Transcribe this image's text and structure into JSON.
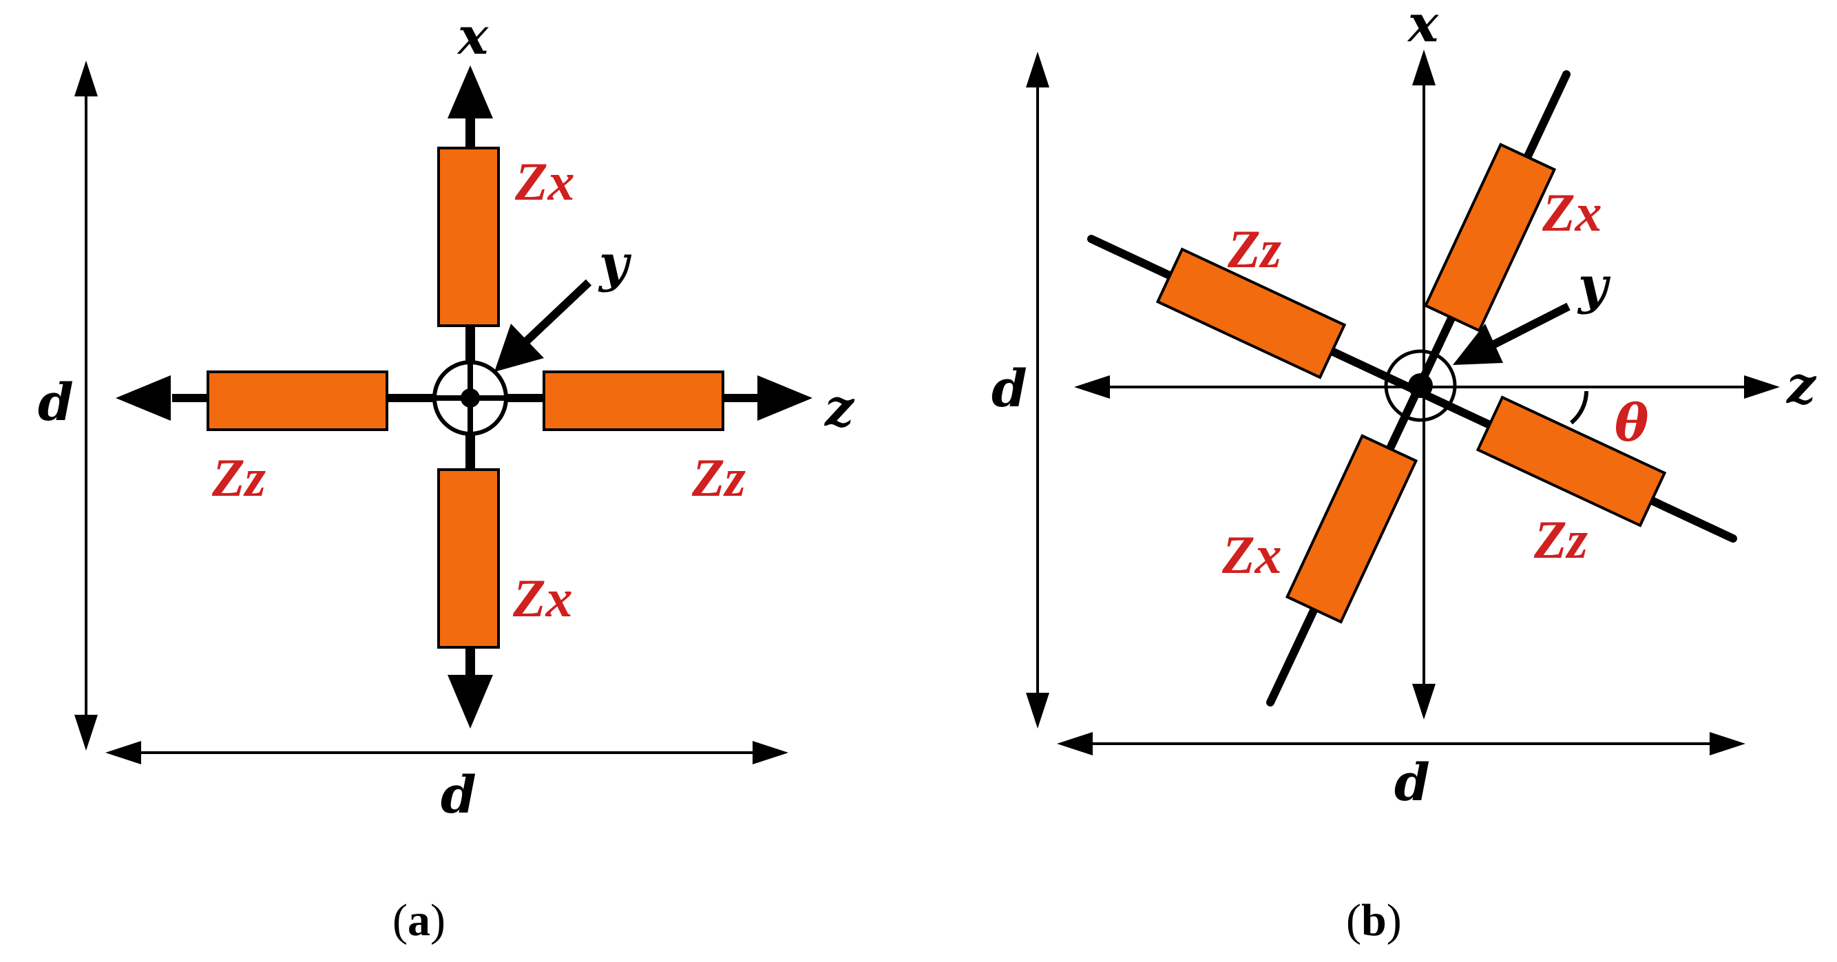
{
  "colors": {
    "element_fill": "#F26B0F",
    "element_label": "#D0201F",
    "line": "#000000"
  },
  "panel_a": {
    "axis_x": "x",
    "axis_y": "y",
    "axis_z": "z",
    "dim_horizontal": "d",
    "dim_vertical": "d",
    "element_top": "Zx",
    "element_bottom": "Zx",
    "element_left": "Zz",
    "element_right": "Zz",
    "caption_open": "(",
    "caption_letter": "a",
    "caption_close": ")"
  },
  "panel_b": {
    "axis_x": "x",
    "axis_y": "y",
    "axis_z": "z",
    "dim_horizontal": "d",
    "dim_vertical": "d",
    "angle": "θ",
    "element_upper": "Zx",
    "element_lower": "Zx",
    "element_left": "Zz",
    "element_right": "Zz",
    "caption_open": "(",
    "caption_letter": "b",
    "caption_close": ")"
  }
}
